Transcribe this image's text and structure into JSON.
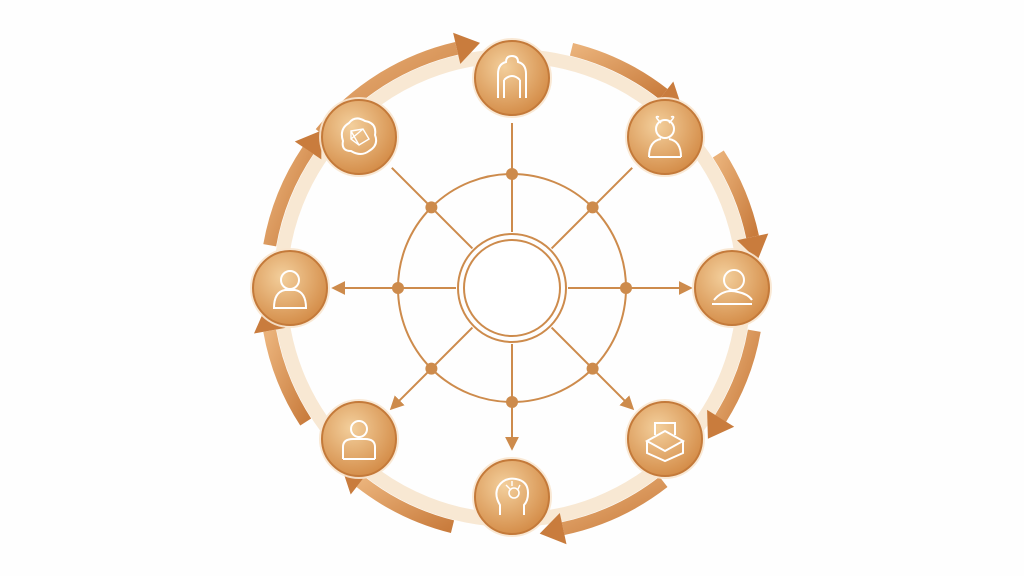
{
  "diagram": {
    "kind": "radial-cycle",
    "center": {
      "label": ""
    },
    "colors": {
      "node_fill_light": "#efc28c",
      "node_fill_dark": "#d38a45",
      "node_stroke": "#c47a3a",
      "icon_stroke": "#ffffff",
      "arrow": "#d89356",
      "arrow_dark": "#c97c3d",
      "outer_ring": "#f6e2c8",
      "hub_line": "#cd8b4c"
    },
    "nodes": [
      {
        "id": "top",
        "icon": "torso-outline-icon"
      },
      {
        "id": "upper-right",
        "icon": "person-portrait-icon"
      },
      {
        "id": "right",
        "icon": "reclining-person-icon"
      },
      {
        "id": "lower-right",
        "icon": "stacked-boxes-icon"
      },
      {
        "id": "bottom",
        "icon": "head-with-thoughts-icon"
      },
      {
        "id": "lower-left",
        "icon": "person-standing-icon"
      },
      {
        "id": "left",
        "icon": "person-bust-icon"
      },
      {
        "id": "upper-left",
        "icon": "brain-network-icon"
      }
    ],
    "cycle_direction": "clockwise",
    "spokes": 8
  }
}
